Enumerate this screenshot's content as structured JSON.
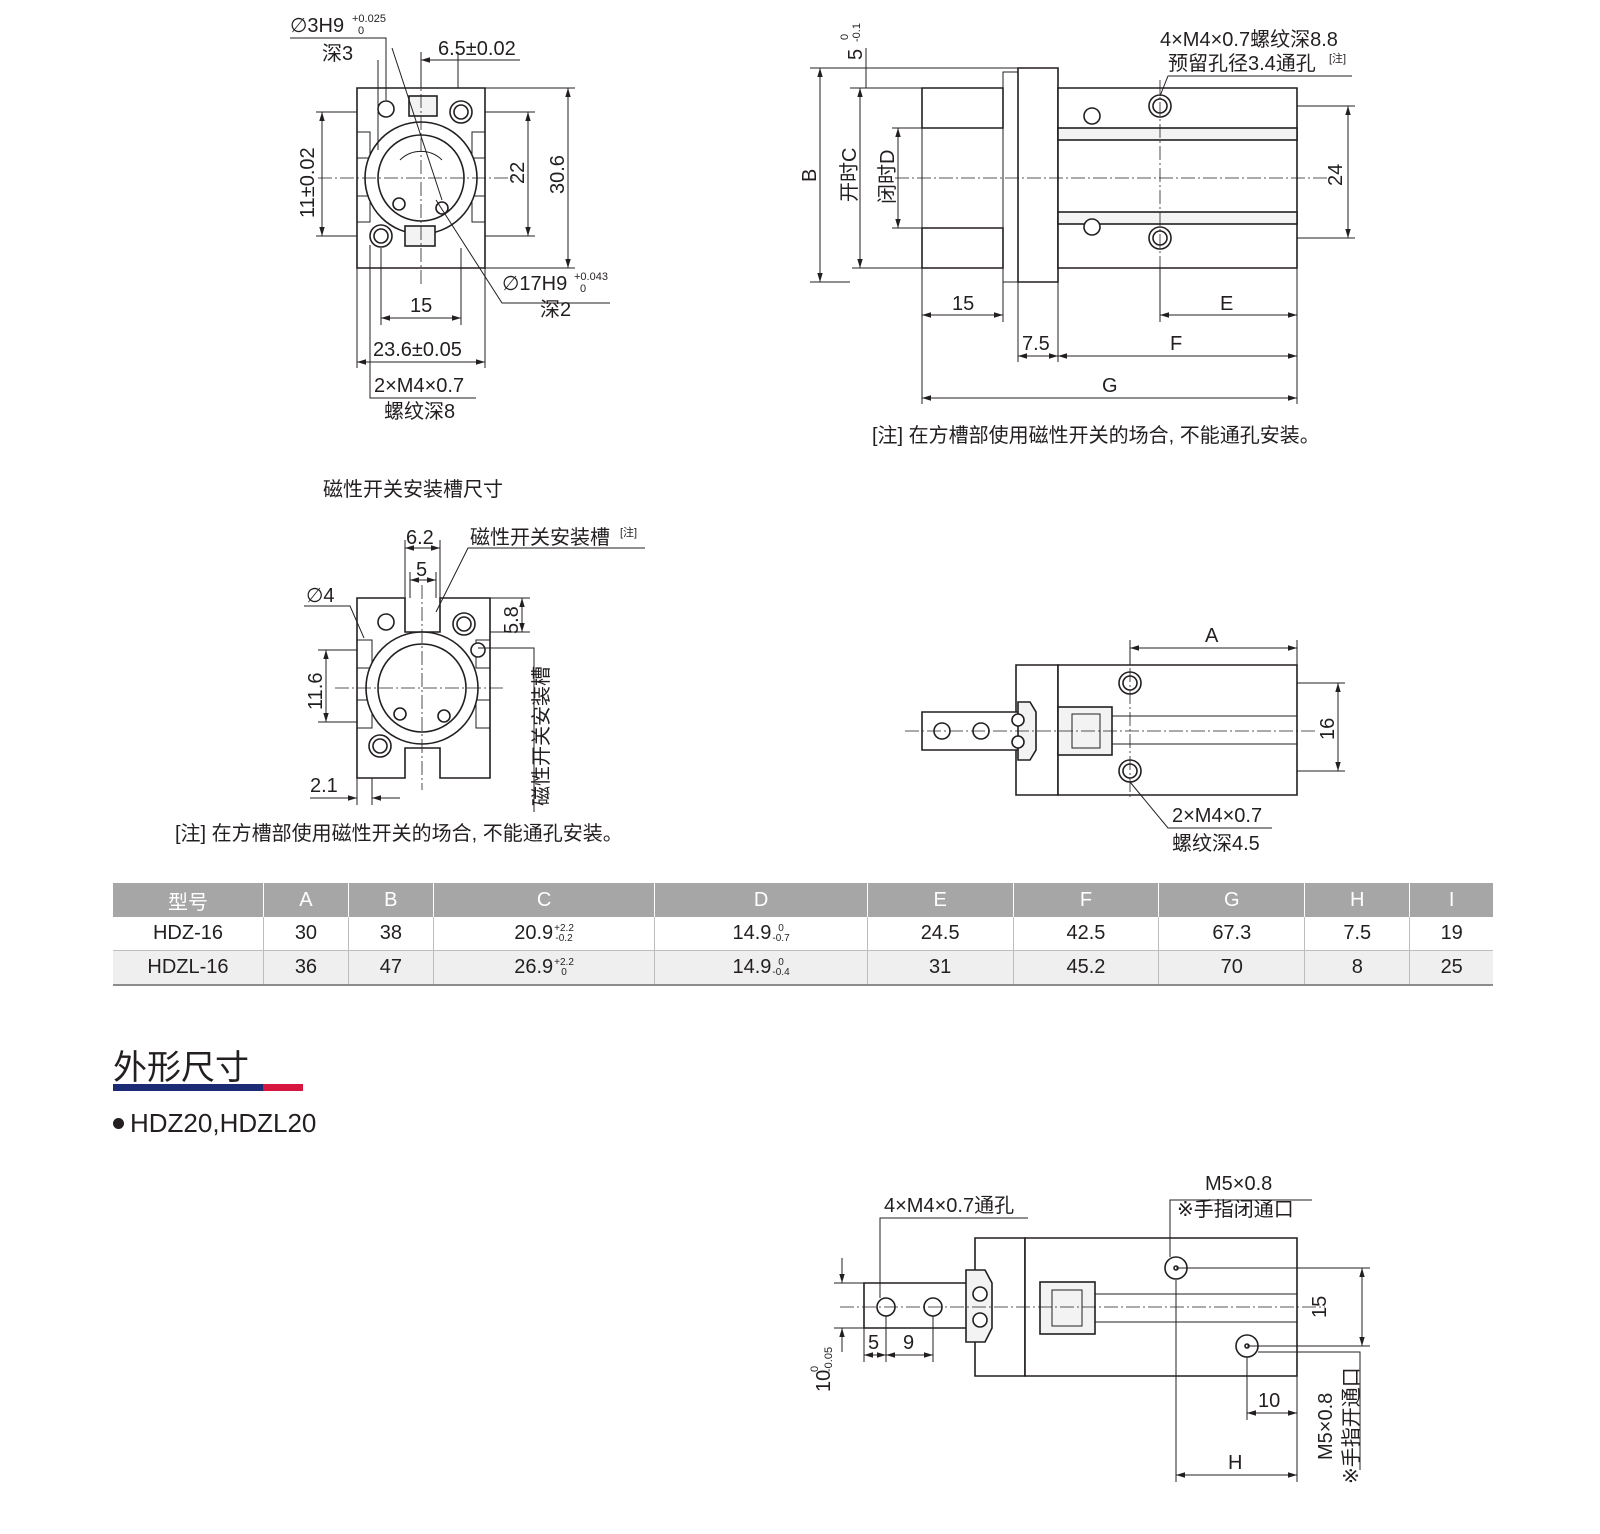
{
  "drawing_front": {
    "hole_small": "∅3H9",
    "hole_small_tol_upper": "+0.025",
    "hole_small_tol_lower": "0",
    "hole_small_depth": "深3",
    "dim_top": "6.5±0.02",
    "dim_left": "11±0.02",
    "dim_22": "22",
    "dim_30_6": "30.6",
    "hole_large": "∅17H9",
    "hole_large_tol_upper": "+0.043",
    "hole_large_tol_lower": "0",
    "hole_large_depth": "深2",
    "dim_15": "15",
    "dim_bottom": "23.6±0.05",
    "thread": "2×M4×0.7",
    "thread_depth": "螺纹深8"
  },
  "drawing_side": {
    "dim_5": "5",
    "dim_5_tol_upper": "0",
    "dim_5_tol_lower": "-0.1",
    "thread": "4×M4×0.7螺纹深8.8",
    "prehole": "预留孔径3.4通孔",
    "note_mark": "[注]",
    "label_b": "B",
    "label_open": "开时C",
    "label_closed": "闭时D",
    "dim_24": "24",
    "dim_15": "15",
    "label_e": "E",
    "dim_7_5": "7.5",
    "label_f": "F",
    "label_g": "G",
    "note": "[注] 在方槽部使用磁性开关的场合, 不能通孔安装。"
  },
  "drawing_slot": {
    "title": "磁性开关安装槽尺寸",
    "dim_6_2": "6.2",
    "slot_label": "磁性开关安装槽",
    "note_mark": "[注]",
    "dim_5": "5",
    "dim_phi4": "∅4",
    "dim_5_8": "5.8",
    "dim_11_6": "11.6",
    "slot_label_vertical": "磁性开关安装槽",
    "dim_2_1": "2.1",
    "note": "[注] 在方槽部使用磁性开关的场合, 不能通孔安装。"
  },
  "drawing_top": {
    "label_a": "A",
    "dim_16": "16",
    "thread": "2×M4×0.7",
    "thread_depth": "螺纹深4.5"
  },
  "spec_table": {
    "headers": [
      "型号",
      "A",
      "B",
      "C",
      "D",
      "E",
      "F",
      "G",
      "H",
      "I"
    ],
    "rows": [
      {
        "model": "HDZ-16",
        "a": "30",
        "b": "38",
        "c": "20.9",
        "c_upper": "+2.2",
        "c_lower": "-0.2",
        "d": "14.9",
        "d_upper": "0",
        "d_lower": "-0.7",
        "e": "24.5",
        "f": "42.5",
        "g": "67.3",
        "h": "7.5",
        "i": "19"
      },
      {
        "model": "HDZL-16",
        "a": "36",
        "b": "47",
        "c": "26.9",
        "c_upper": "+2.2",
        "c_lower": "0",
        "d": "14.9",
        "d_upper": "0",
        "d_lower": "-0.4",
        "e": "31",
        "f": "45.2",
        "g": "70",
        "h": "8",
        "i": "25"
      }
    ]
  },
  "section": {
    "title": "外形尺寸",
    "accent_blue": "#1b2c74",
    "accent_red": "#d6173f",
    "model": "HDZ20,HDZL20"
  },
  "drawing_hdz20": {
    "thread": "4×M4×0.7通孔",
    "port_close": "M5×0.8",
    "port_close_label": "※手指闭通口",
    "dim_15": "15",
    "dim_10": "10",
    "dim_10_tol_upper": "0",
    "dim_10_tol_lower": "-0.05",
    "dim_5": "5",
    "dim_9": "9",
    "dim_10b": "10",
    "port_open": "M5×0.8",
    "port_open_label": "※手指开通口",
    "label_h": "H"
  }
}
